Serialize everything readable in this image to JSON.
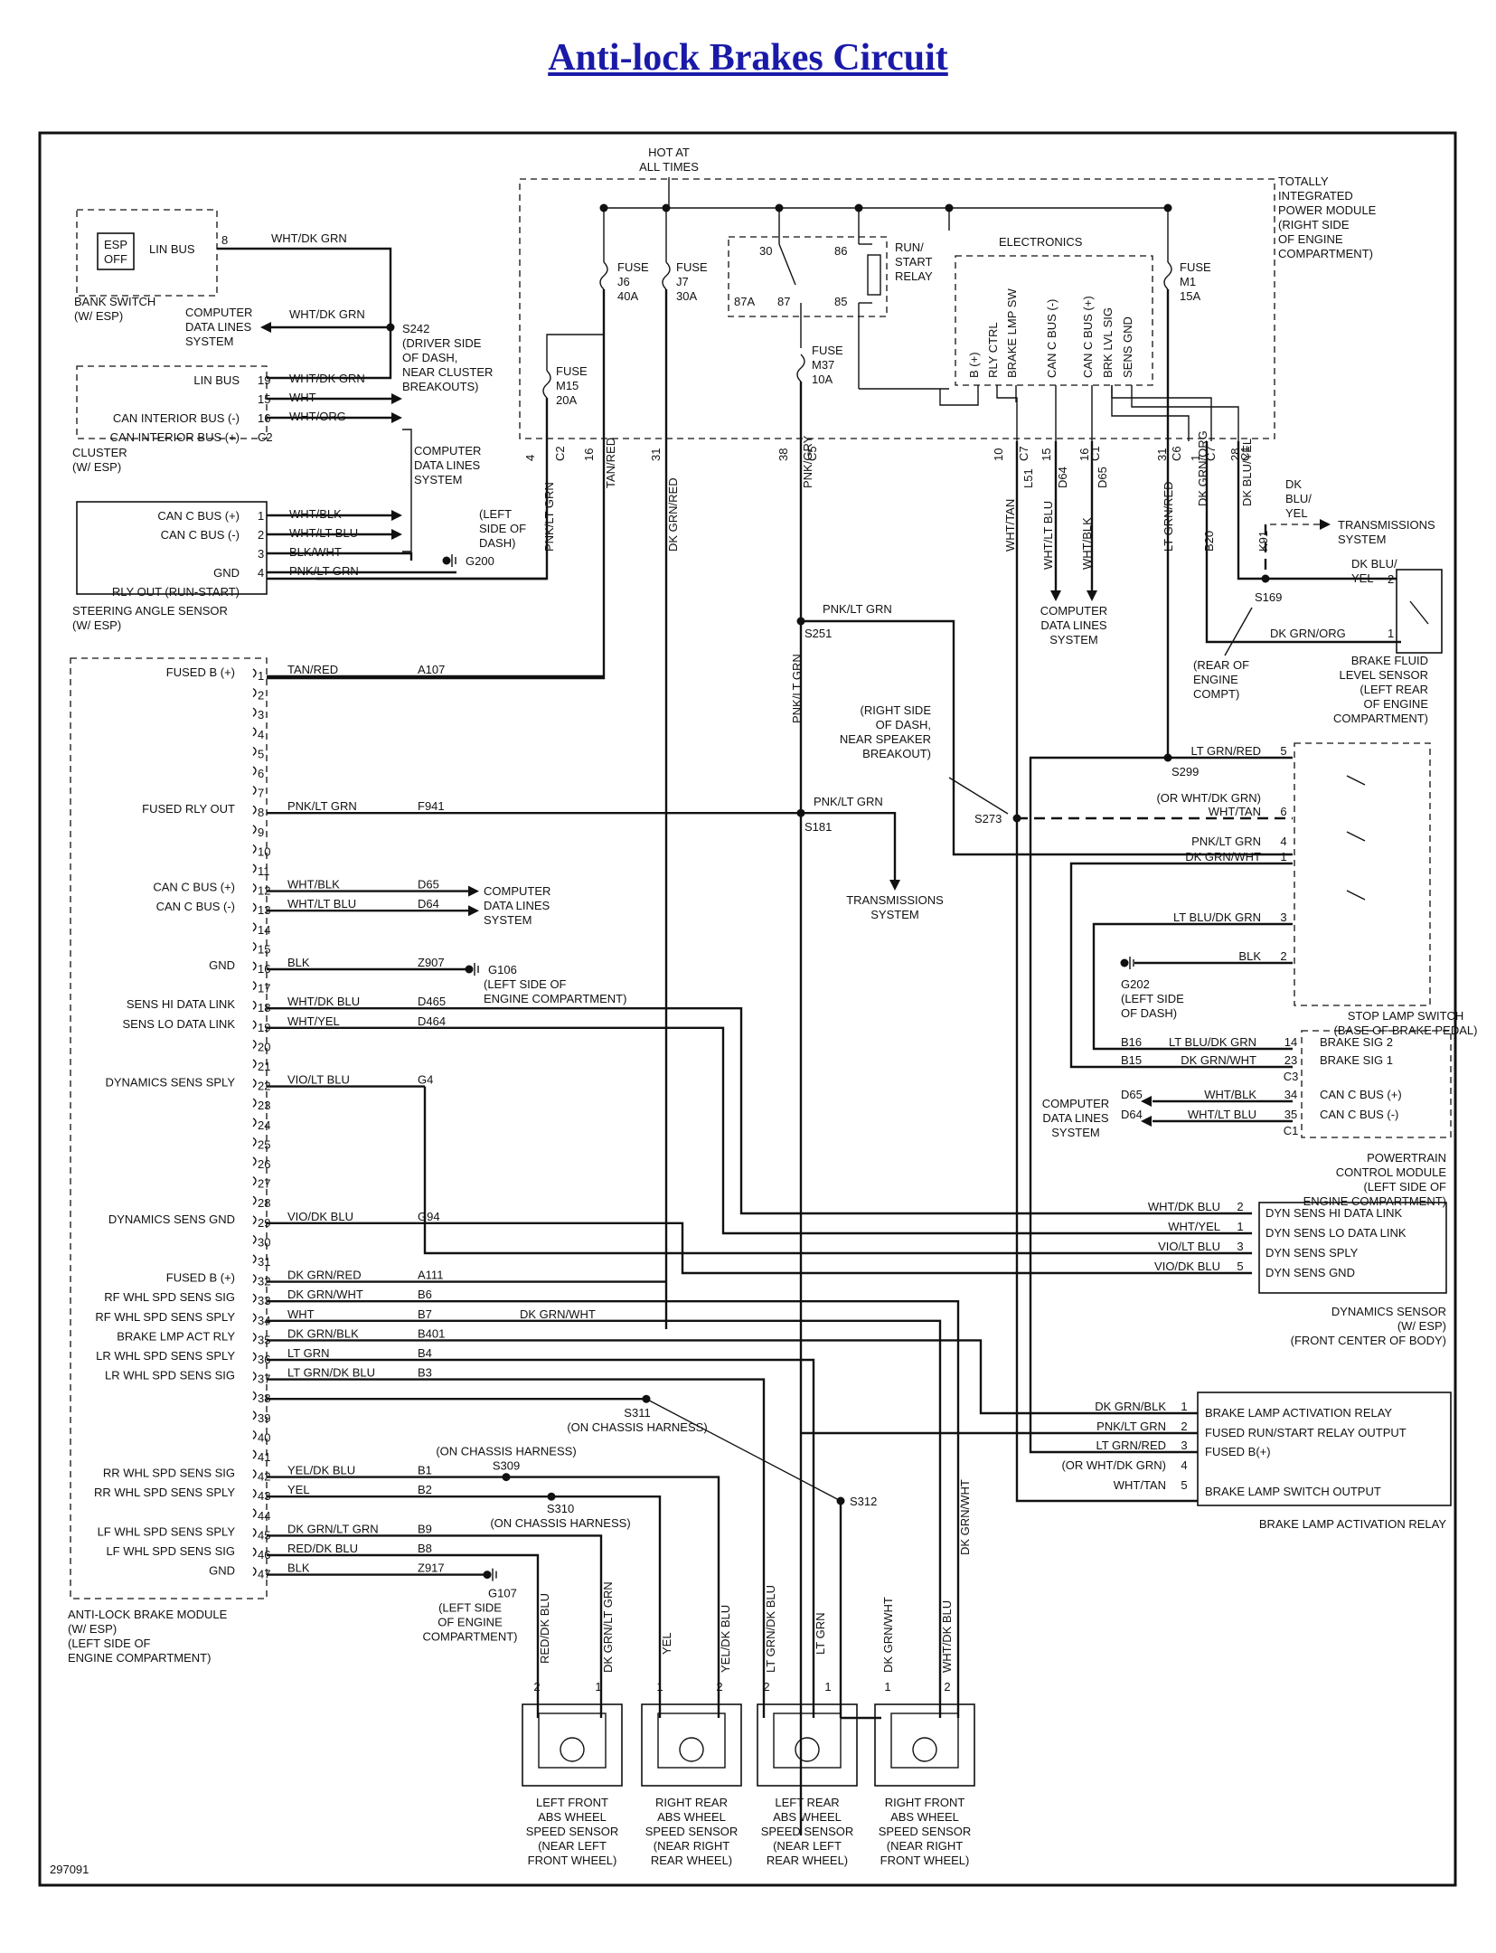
{
  "title": "Anti-lock Brakes Circuit",
  "diagram_id": "297091",
  "pdc": {
    "hot": [
      "HOT AT",
      "ALL TIMES"
    ],
    "label": [
      "TOTALLY",
      "INTEGRATED",
      "POWER MODULE",
      "(RIGHT SIDE",
      "OF ENGINE",
      "COMPARTMENT)"
    ],
    "electronics": "ELECTRONICS",
    "relay": [
      "RUN/",
      "START",
      "RELAY"
    ],
    "fuse_j6": [
      "FUSE",
      "J6",
      "40A"
    ],
    "fuse_j7": [
      "FUSE",
      "J7",
      "30A"
    ],
    "fuse_m1": [
      "FUSE",
      "M1",
      "15A"
    ],
    "fuse_m15": [
      "FUSE",
      "M15",
      "20A"
    ],
    "fuse_m37": [
      "FUSE",
      "M37",
      "10A"
    ],
    "relay_pins": [
      "30",
      "86",
      "87A",
      "87",
      "85"
    ],
    "elec_signals": [
      "B (+)",
      "RLY CTRL",
      "BRAKE LMP SW",
      "CAN C BUS (-)",
      "CAN C BUS (+)",
      "BRK LVL SIG",
      "SENS GND"
    ],
    "pins": [
      "4",
      "C2",
      "16",
      "31",
      "38",
      "C5",
      "10",
      "C7",
      "15",
      "16",
      "C1",
      "31",
      "C6",
      "1",
      "C7",
      "28",
      "C1"
    ]
  },
  "vertical_wires": [
    "PNK/LT GRN",
    "TAN/RED",
    "DK GRN/RED",
    "PNK/GRY",
    "WHT/TAN",
    "L51",
    "WHT/LT BLU",
    "D64",
    "WHT/BLK",
    "D65",
    "LT GRN/RED",
    "DK GRN/ORG",
    "B20",
    "DK BLU/YEL",
    "K91",
    "PNK/LT GRN"
  ],
  "bank_switch": {
    "label": [
      "BANK SWITCH",
      "(W/ ESP)"
    ],
    "esp": [
      "ESP",
      "OFF"
    ],
    "bus": "LIN BUS",
    "pin": "8",
    "wire": "WHT/DK GRN"
  },
  "s242": {
    "label": [
      "S242",
      "(DRIVER SIDE",
      "OF DASH,",
      "NEAR CLUSTER",
      "BREAKOUTS)"
    ],
    "cdl": [
      "COMPUTER",
      "DATA LINES",
      "SYSTEM"
    ],
    "wire": "WHT/DK GRN"
  },
  "cluster": {
    "label": [
      "CLUSTER",
      "(W/ ESP)"
    ],
    "rows": [
      {
        "name": "LIN BUS",
        "pin": "19",
        "wire": "WHT/DK GRN"
      },
      {
        "name": "",
        "pin": "15",
        "wire": "WHT"
      },
      {
        "name": "CAN INTERIOR BUS (-)",
        "pin": "16",
        "wire": "WHT/ORG"
      },
      {
        "name": "CAN INTERIOR BUS (+)",
        "pin": "C2",
        "wire": ""
      }
    ],
    "cdl": [
      "COMPUTER",
      "DATA LINES",
      "SYSTEM"
    ]
  },
  "steering": {
    "label": [
      "STEERING ANGLE SENSOR",
      "(W/ ESP)"
    ],
    "rows": [
      {
        "name": "CAN C BUS (+)",
        "pin": "1",
        "wire": "WHT/BLK"
      },
      {
        "name": "CAN C BUS (-)",
        "pin": "2",
        "wire": "WHT/LT BLU"
      },
      {
        "name": "",
        "pin": "3",
        "wire": "BLK/WHT"
      },
      {
        "name": "GND",
        "pin": "4",
        "wire": "PNK/LT GRN"
      },
      {
        "name": "RLY OUT (RUN-START)",
        "pin": "",
        "wire": ""
      }
    ],
    "ground": [
      "(LEFT",
      "SIDE OF",
      "DASH)",
      "G200"
    ]
  },
  "abm": {
    "label": [
      "ANTI-LOCK BRAKE MODULE",
      "(W/ ESP)",
      "(LEFT SIDE OF",
      "ENGINE COMPARTMENT)"
    ],
    "pins": [
      "1",
      "2",
      "3",
      "4",
      "5",
      "6",
      "7",
      "8",
      "9",
      "10",
      "11",
      "12",
      "13",
      "14",
      "15",
      "16",
      "17",
      "18",
      "19",
      "20",
      "21",
      "22",
      "23",
      "24",
      "25",
      "26",
      "27",
      "28",
      "29",
      "30",
      "31",
      "32",
      "33",
      "34",
      "35",
      "36",
      "37",
      "38",
      "39",
      "40",
      "41",
      "42",
      "43",
      "44",
      "45",
      "46",
      "47"
    ],
    "circuits": [
      {
        "pin": 1,
        "name": "FUSED B (+)",
        "wire": "TAN/RED",
        "ckt": "A107"
      },
      {
        "pin": 8,
        "name": "FUSED RLY OUT",
        "wire": "PNK/LT GRN",
        "ckt": "F941"
      },
      {
        "pin": 12,
        "name": "CAN C BUS (+)",
        "wire": "WHT/BLK",
        "ckt": "D65"
      },
      {
        "pin": 13,
        "name": "CAN C BUS (-)",
        "wire": "WHT/LT BLU",
        "ckt": "D64"
      },
      {
        "pin": 16,
        "name": "GND",
        "wire": "BLK",
        "ckt": "Z907"
      },
      {
        "pin": 18,
        "name": "SENS HI DATA LINK",
        "wire": "WHT/DK BLU",
        "ckt": "D465"
      },
      {
        "pin": 19,
        "name": "SENS LO DATA LINK",
        "wire": "WHT/YEL",
        "ckt": "D464"
      },
      {
        "pin": 22,
        "name": "DYNAMICS SENS SPLY",
        "wire": "VIO/LT BLU",
        "ckt": "G4"
      },
      {
        "pin": 29,
        "name": "DYNAMICS SENS GND",
        "wire": "VIO/DK BLU",
        "ckt": "G94"
      },
      {
        "pin": 32,
        "name": "FUSED B (+)",
        "wire": "DK GRN/RED",
        "ckt": "A111"
      },
      {
        "pin": 33,
        "name": "RF WHL SPD SENS SIG",
        "wire": "DK GRN/WHT",
        "ckt": "B6"
      },
      {
        "pin": 34,
        "name": "RF WHL SPD SENS SPLY",
        "wire": "WHT",
        "ckt": "B7"
      },
      {
        "pin": 35,
        "name": "BRAKE LMP ACT RLY",
        "wire": "DK GRN/BLK",
        "ckt": "B401"
      },
      {
        "pin": 36,
        "name": "LR WHL SPD SENS SPLY",
        "wire": "LT GRN",
        "ckt": "B4"
      },
      {
        "pin": 37,
        "name": "LR WHL SPD SENS SIG",
        "wire": "LT GRN/DK BLU",
        "ckt": "B3"
      },
      {
        "pin": 42,
        "name": "RR WHL SPD SENS SIG",
        "wire": "YEL/DK BLU",
        "ckt": "B1"
      },
      {
        "pin": 43,
        "name": "RR WHL SPD SENS SPLY",
        "wire": "YEL",
        "ckt": "B2"
      },
      {
        "pin": 45,
        "name": "LF WHL SPD SENS SPLY",
        "wire": "DK GRN/LT GRN",
        "ckt": "B9"
      },
      {
        "pin": 46,
        "name": "LF WHL SPD SENS SIG",
        "wire": "RED/DK BLU",
        "ckt": "B8"
      },
      {
        "pin": 47,
        "name": "GND",
        "wire": "BLK",
        "ckt": "Z917"
      }
    ],
    "cdl": [
      "COMPUTER",
      "DATA LINES",
      "SYSTEM"
    ],
    "g106": [
      "G106",
      "(LEFT SIDE OF",
      "ENGINE COMPARTMENT)"
    ],
    "g107": [
      "G107",
      "(LEFT SIDE",
      "OF ENGINE",
      "COMPARTMENT)"
    ],
    "dk_grn_wht_34": "DK GRN/WHT"
  },
  "splices": {
    "s251": "S251",
    "s181": "S181",
    "s273": "S273",
    "s299": "S299",
    "s169": "S169",
    "s311": [
      "S311",
      "(ON CHASSIS HARNESS)"
    ],
    "s309": [
      "(ON CHASSIS HARNESS)",
      "S309"
    ],
    "s310": [
      "S310",
      "(ON CHASSIS HARNESS)"
    ],
    "s312": "S312",
    "s273_note": [
      "(RIGHT SIDE",
      "OF DASH,",
      "NEAR SPEAKER",
      "BREAKOUT)"
    ],
    "s251_wire": "PNK/LT GRN",
    "s181_wire": "PNK/LT GRN",
    "s181_vert": "PNK/LT GRN",
    "trans": [
      "TRANSMISSIONS",
      "SYSTEM"
    ]
  },
  "brake_fluid": {
    "label": [
      "BRAKE FLUID",
      "LEVEL SENSOR",
      "(LEFT REAR",
      "OF ENGINE",
      "COMPARTMENT)"
    ],
    "wire2": [
      "DK BLU/",
      "YEL",
      "2"
    ],
    "wire1": [
      "DK GRN/ORG",
      "1"
    ],
    "top": [
      "DK",
      "BLU/",
      "YEL"
    ],
    "trans": [
      "TRANSMISSIONS",
      "SYSTEM"
    ],
    "s169_note": [
      "(REAR OF",
      "ENGINE",
      "COMPT)"
    ]
  },
  "stop_lamp": {
    "label": [
      "STOP LAMP SWITCH",
      "(BASE OF BRAKE PEDAL)"
    ],
    "rows": [
      {
        "wire": "LT GRN/RED",
        "pin": "5"
      },
      {
        "wire": "(OR WHT/DK GRN)",
        "pin": ""
      },
      {
        "wire": "WHT/TAN",
        "pin": "6"
      },
      {
        "wire": "PNK/LT GRN",
        "pin": "4"
      },
      {
        "wire": "DK GRN/WHT",
        "pin": "1"
      },
      {
        "wire": "LT BLU/DK GRN",
        "pin": "3"
      },
      {
        "wire": "BLK",
        "pin": "2"
      }
    ],
    "g202": [
      "G202",
      "(LEFT SIDE",
      "OF DASH)"
    ]
  },
  "pcm": {
    "label": [
      "POWERTRAIN",
      "CONTROL MODULE",
      "(LEFT SIDE OF",
      "ENGINE COMPARTMENT)"
    ],
    "rows": [
      {
        "ckt": "B16",
        "wire": "LT BLU/DK GRN",
        "pin": "14",
        "name": "BRAKE SIG 2"
      },
      {
        "ckt": "B15",
        "wire": "DK GRN/WHT",
        "pin": "23",
        "name": "BRAKE SIG 1"
      },
      {
        "ckt": "",
        "wire": "",
        "pin": "C3",
        "name": ""
      },
      {
        "ckt": "D65",
        "wire": "WHT/BLK",
        "pin": "34",
        "name": "CAN C BUS (+)"
      },
      {
        "ckt": "D64",
        "wire": "WHT/LT BLU",
        "pin": "35",
        "name": "CAN C BUS (-)"
      },
      {
        "ckt": "",
        "wire": "",
        "pin": "C1",
        "name": ""
      }
    ],
    "cdl": [
      "COMPUTER",
      "DATA LINES",
      "SYSTEM"
    ]
  },
  "dynamics": {
    "label": [
      "DYNAMICS SENSOR",
      "(W/ ESP)",
      "(FRONT CENTER OF BODY)"
    ],
    "rows": [
      {
        "wire": "WHT/DK BLU",
        "pin": "2",
        "name": "DYN SENS HI DATA LINK"
      },
      {
        "wire": "WHT/YEL",
        "pin": "1",
        "name": "DYN SENS LO DATA LINK"
      },
      {
        "wire": "VIO/LT BLU",
        "pin": "3",
        "name": "DYN SENS SPLY"
      },
      {
        "wire": "VIO/DK BLU",
        "pin": "5",
        "name": "DYN SENS GND"
      }
    ]
  },
  "bla_relay": {
    "label": "BRAKE LAMP ACTIVATION RELAY",
    "rows": [
      {
        "wire": "DK GRN/BLK",
        "pin": "1",
        "name": "BRAKE LAMP ACTIVATION RELAY"
      },
      {
        "wire": "PNK/LT GRN",
        "pin": "2",
        "name": "FUSED RUN/START RELAY OUTPUT"
      },
      {
        "wire": "LT GRN/RED",
        "pin": "3",
        "name": "FUSED B(+)"
      },
      {
        "wire": "(OR WHT/DK GRN)",
        "pin": "4",
        "name": ""
      },
      {
        "wire": "WHT/TAN",
        "pin": "5",
        "name": "BRAKE LAMP SWITCH OUTPUT"
      }
    ]
  },
  "sensor_wires": [
    "RED/DK BLU",
    "DK GRN/LT GRN",
    "YEL",
    "YEL/DK BLU",
    "LT GRN/DK BLU",
    "LT GRN",
    "DK GRN/WHT",
    "WHT/DK BLU",
    "DK GRN/WHT"
  ],
  "sensor_pins": [
    "2",
    "1",
    "1",
    "2",
    "2",
    "1",
    "1",
    "2"
  ],
  "sensors": [
    [
      "LEFT FRONT",
      "ABS WHEEL",
      "SPEED SENSOR",
      "(NEAR LEFT",
      "FRONT WHEEL)"
    ],
    [
      "RIGHT REAR",
      "ABS WHEEL",
      "SPEED SENSOR",
      "(NEAR RIGHT",
      "REAR WHEEL)"
    ],
    [
      "LEFT REAR",
      "ABS WHEEL",
      "SPEED SENSOR",
      "(NEAR LEFT",
      "REAR WHEEL)"
    ],
    [
      "RIGHT FRONT",
      "ABS WHEEL",
      "SPEED SENSOR",
      "(NEAR RIGHT",
      "FRONT WHEEL)"
    ]
  ]
}
